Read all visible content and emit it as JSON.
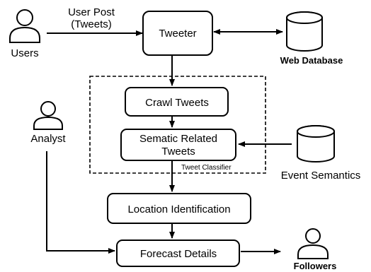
{
  "nodes": {
    "tweeter": "Tweeter",
    "crawl": "Crawl Tweets",
    "semantic_line1": "Sematic Related",
    "semantic_line2": "Tweets",
    "location": "Location Identification",
    "forecast": "Forecast Details"
  },
  "actors": {
    "users": "Users",
    "analyst": "Analyst",
    "followers": "Followers"
  },
  "databases": {
    "web": "Web Database",
    "events": "Event Semantics"
  },
  "edge_labels": {
    "user_post_line1": "User Post",
    "user_post_line2": "(Tweets)"
  },
  "group": {
    "classifier": "Tweet Classifier"
  },
  "colors": {
    "stroke": "#000000",
    "fill": "#ffffff"
  }
}
